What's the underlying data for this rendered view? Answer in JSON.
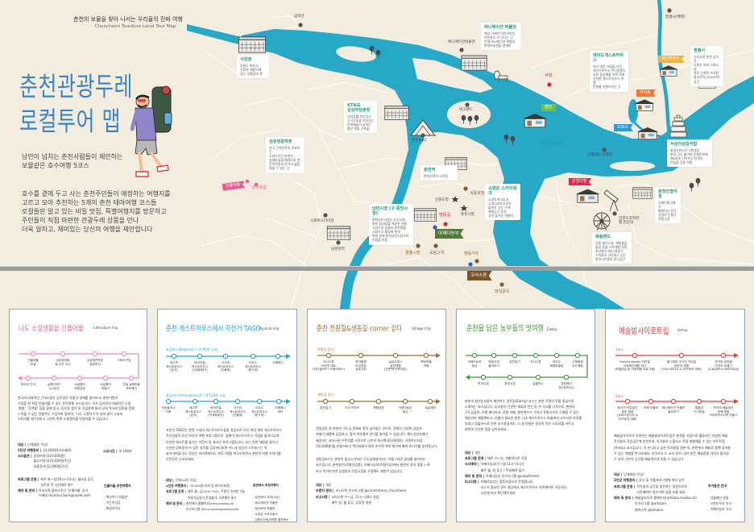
{
  "header": {
    "tagline": "춘천의 보물을 찾아 나서는 우리들의 진짜 여행",
    "subtitle_en": "Chuncheon Tourdure Local Tour Map"
  },
  "hero": {
    "title_line1": "춘천관광두레",
    "title_line2": "로컬투어 맵",
    "title_color": "#3b84c4",
    "lead": "낭만이 넘치는 춘천사람들이 제안하는\n보물같은 호수여행 5코스",
    "body": "호수를 곁에 두고 사는 춘천주민들이 애정하는 여행지를\n고르고 모아 추천하는 5개의 춘천 테마여행 코스들\n로컬들만 알고 있는 비밀 맛집, 특별여행지를 방문하고\n주민들이 직접 마련한 관광두레 상품을 만나\n더욱 알차고, 재미있는 당신의 여행을 제안합니다"
  },
  "map": {
    "colors": {
      "land": "#f3ede0",
      "river": "#27a8c6",
      "rail": "#9c9c9c",
      "road": "#fbf8f1",
      "box_title": "#1f9a6b"
    },
    "places": [
      {
        "name": "삼악산"
      },
      {
        "name": "애니메이션박물관"
      },
      {
        "name": "청평사(배편)"
      },
      {
        "name": "레고랜드"
      },
      {
        "name": "춘천MBC"
      },
      {
        "name": "신매대교 선착장"
      },
      {
        "name": "시외버스터미널"
      },
      {
        "name": "남춘천역"
      },
      {
        "name": "강원도청"
      },
      {
        "name": "춘천시청"
      },
      {
        "name": "강원도과학관\n별 천문대"
      },
      {
        "name": "소양강처녀상"
      }
    ],
    "spots": [
      {
        "name": "세종호텔"
      },
      {
        "name": "풍물시장"
      },
      {
        "name": "육림고개"
      },
      {
        "name": "명동거리"
      },
      {
        "name": "망대골목"
      },
      {
        "name": "명동길"
      },
      {
        "name": "서당"
      },
      {
        "name": "김유정길"
      }
    ],
    "flags": [
      {
        "label": "안돌어울",
        "color": "#e55b92"
      },
      {
        "label": "세인하우스",
        "color": "#f0b43c"
      },
      {
        "label": "아지트",
        "color": "#ef7b2f"
      },
      {
        "label": "영당",
        "color": "#6ec04b"
      },
      {
        "label": "오르스",
        "color": "#2b9be0"
      },
      {
        "label": "산천다방",
        "color": "#e1284f"
      },
      {
        "label": "아제다농부",
        "color": "#4e7b3a"
      },
      {
        "label": "코사스톤",
        "color": "#7a5228"
      }
    ],
    "info_boxes": [
      {
        "title": "사장정",
        "desc": "강원도 춘천시\n신동면 재잘이에\n있는 의병장의 옛"
      },
      {
        "title": "애니메이션 박물관",
        "desc": "책상 가에만 어린이보다\n어른들이 더 신나는 곳\n인형·애니메이션 체험과\n현대미술관을 연계한"
      },
      {
        "title": "KT&G\n상상마당춘천",
        "desc": "의암호를 끼고있고\n소나무숲을 끼고있는\n문화예술이 숨쉬는\n붉은 벽돌 건축물"
      },
      {
        "title": "김유정문학촌",
        "desc": "한국 근대문학의 대표적인\n소설가이던 춘천의\n실레마을을 배경으로 한\n문학작품과 작가의 삶을\n엿볼 수 있는 곳"
      },
      {
        "title": "에이드게스트하우스",
        "desc": "대기 대문 가정을 가진\n게스트하우스 주인장들이\n서로 협심해를 하며 모여\n건전한 게스트하우스 여행\n문화를 만들어가는 곳"
      },
      {
        "title": "청평사",
        "desc": "신라시대 춘천 삼악산\n오봉산 아래 고려시대\n절로 건축된 수려한\n불교유적 1000년의\n공간"
      },
      {
        "title": "서상리삼층석탑",
        "desc": "통일신라시기 3층석탑\n위의 근도 불이며 문형문화재\n제9호로 단아하고 안정된\n모습을 갖춘 석탑"
      },
      {
        "title": "춘천역",
        "desc": "춘천지역의 시작점"
      },
      {
        "title": "소양강 스카이워크",
        "desc": "소양강처녀상과\n소양2교에 조성된\n물위로 걷는 이색\n체험공간 투명\n길이 즐거운 여행지"
      },
      {
        "title": "낭만시장 (구 중앙시장)",
        "desc": "춘천낭만시장은 조선시대\n춘천 읍내장을 계승한 전통\n시장으로 닭갈비 춘천명물\n시장으로 활성화 현대\n화와 함께 춘천낭만시장으로\n이름을 바꿈"
      },
      {
        "title": "춘천인형극장",
        "desc": "국제인형극제가\n펼쳐지는 전국\n유일의 인형극\n전용극장"
      },
      {
        "title": "육림랜드",
        "desc": "각종 놀이시설, 체험들을\n즐길 동물 사육체험 밖면\n꽃다발과 여러 종류의\n수족들이 가득하고 있는\n춘천시민들의 휴식공간"
      }
    ]
  },
  "cards": [
    {
      "title": "나도 소설생활을 안돌어울",
      "subtitle_en": "Literature trip",
      "color": "#e8649a",
      "sections": [
        {
          "heading": "",
          "stops": [
            "인물어울\n탄생",
            "김유정처럼\n될 이런 소녀",
            "김유정문학촌\n점방투어",
            "스토리구입"
          ]
        },
        {
          "heading": "",
          "stops": [
            "마무리 인사",
            "실레이야기\n시시공간",
            "소설쟁이\n작명공방",
            "소설쟁이\n만들기",
            "전설 실레마을\n포토체어"
          ]
        }
      ],
      "description": "한국의 대표적인 근대소설가 김유정의 작품과 생애를 돌아보고, 춘천이면의\n기생을 한 직접 만들어볼 수 있는 문학여행 코스입니다. 작가 김유정의 대표적인 소설\n'봄봄', '동백꽃' 등을 함께 읽고, 김유정 생가 및 기념관에 들러 당대 역사와 감동을 함께\n느껴볼 수 있는 전통주도 구입하여 맛보며, '나도 소설작가'가 되어 창작 소설의\n스토리를 재구성하고 나만의 한편 소설쟁이를 만들어볼 수 있습니다.",
      "info": [
        {
          "label": "대상 |",
          "value": "단체(8인 이상)"
        },
        {
          "label": "1인당 여행경비 |",
          "value": "33,000원(식사제외)"
        },
        {
          "label": "식사옵션 |",
          "value": "닭갈비정식(10,000원)\n불고기정식(10,000원/1인)\n송불정식(12,000원/1인)"
        },
        {
          "label": "프로그램 운영 |",
          "value": "매주 화~일(10시~14시), 월요일 휴무\n일주일 전 사전예약 필수"
        },
        {
          "label": "예약 및 문의 |",
          "value": "카카오톡 플러스친구 '인물어울' 추가\n이메일 mandrul.bom@naver.com"
        }
      ],
      "duration": {
        "label": "소요시간 |",
        "value": "약 180분"
      },
      "side": {
        "title": "인물어울 추천여행지",
        "items": "- 책사이다 박물관\n- 이든이식당\n- 제일서적고"
      }
    },
    {
      "title": "춘천 게스트하우스에서 자전거 TAGO",
      "subtitle_en": "Bycicle trip",
      "color": "#1ea2dc",
      "sections": [
        {
          "heading": "초급코스(Beginner) / 약 90분 소요",
          "stops": [
            "세그루\n게스트하우스\n(효자)",
            "바이칸놀\n게스트하우스\n(이색회랑가)",
            "나서이\n게스트하우스\n(인물동)",
            "오르스\n게스트하우스\n(항구성)",
            "이제떠나"
          ]
        },
        {
          "heading": "중급코스(International) / 약 120분 소요",
          "stops": [
            "서눈들조너\n기획",
            "세그루\n게스트하우스\n(효자)",
            "바이칸놀\n게스트하우스\n(이색회랑가)",
            "나서이\n게스트하우스\n(인물동)",
            "오르스\n게스트하우스\n(항구성)",
            "이제떠나\n파티"
          ]
        }
      ],
      "description": "자전거 TAGO는 춘천 시내의 게스트하우스들을 중심으로 모인 여섯 개의 게스트하우스\n주인장들이 모인 자전거 여행 프로그램으로, 일행이 게스트하우스 거점을 돌아다니며\n다양한 게스트를 즐기는 자전거 및 체크인 프로그램입니다. 또는 한번 체험을 즐기고\n신선한 강바람과 뜨 있던 경치를 감상하다보면 어느새 일상의 스트레스는 싹\n날아가버립니다. 맛있는 바비큐파티도 프로그램을 마무리하면서 춘천의 여행 이야기를\n도란도란 나눠보세요.",
      "info": [
        {
          "label": "대상 |",
          "value": "단체(10인 이상)"
        },
        {
          "label": "1인당 여행경비 |",
          "value": "75,000원(숙박 및 바이크포함)"
        },
        {
          "label": "프로그램 운영 |",
          "value": "매주 월~금(10시~5시), 주말은 숙박만 가능\n이탈가능일기 운영불가, 사전예약 필수"
        },
        {
          "label": "예약 및 문의 |",
          "value": "춘천에서 홈페이지(smly.modoo.at)\n인스타그램 @chuncheonguesthouse"
        }
      ],
      "side": {
        "title": "춘천에서 추천여행지",
        "items": "- 춘천에서 숙박(오픈)\n- 애니메이션 박물관\n- 청산보보 박물관\n- 소양강 스카이워크\n- 강원도산림과학원 별관측소"
      }
    },
    {
      "title": "춘천 전원길&생동길 corner 걷다",
      "subtitle_en": "Village trip",
      "color": "#a36a2c",
      "sections": [
        {
          "heading": "전원길 걷다",
          "stops": [
            "코사스톤\n브런치 세트\n(치킨샐러드+아메리카노)",
            "방지환원\n도심양장\n공유시장",
            "슬로우팜스\n공방체험\n(천연팩/가죽지갑)",
            "핵모마을\n카페"
          ]
        },
        {
          "heading": "생동길 걷다",
          "stops": [
            "춘천일기",
            "가사 리턴즈",
            "축협공방",
            "아제다농부\n점심",
            "사료세판"
          ]
        }
      ],
      "description": "전원길은 첫 춘천의 구도심 문화와 멋이 남아있는 곳으로, 정취는 다양한 공방과\n카페가 새롭게 입점하고, 많이 여유롭게 만나볼 들어볼 수 있습니다. 핸드공방카페가\n제공하는 코사스톤 브런치를 시작으로 나만의 캐시백(20,000원), 가죽카드지갑\n(50,000원)을 만들어보고 핵인싸들의 들러 손으면 책의 향기에 빠져 보시기를 추천합니다.",
      "description2": "생동길코스는 춘천의 중심시가지인 구도심재생이라는 이름그대로 일대를 둘러보는\n코스입니다. 춘천일기(로컬기념품), 아제다농부(로컬식당)에서 춘천의 맛과 멋을 느껴\n보고 이거리가면 상생발과 작업시장을 구경해도 재미가 있습니다.",
      "info": [
        {
          "label": "대상 |",
          "value": "개인"
        },
        {
          "label": "브랜치 문의 |",
          "value": "코사스톤 인스타그램 @corverstone_chuncheon"
        },
        {
          "label": "비고사항 |",
          "value": "코사스톤 수~금, 11시~18시 영업\n매주 일, 월 휴무, 공휴일 대관"
        }
      ]
    },
    {
      "title": "춘천을 담은 농부들의 맛여행",
      "subtitle_en": "Eatrip",
      "color": "#3f9b3a",
      "sections": [
        {
          "heading": "",
          "stops": [
            "아제다농부\n점심",
            "육림고개\n둘러보기",
            "춘천일기",
            "코사스톤",
            "약국수\n체험마을집",
            "신북회원\n우드체험"
          ]
        },
        {
          "heading": "",
          "stops": [
            "막국수집",
            "중앙시장",
            "일출카누",
            "영당에서\n게스트하우스"
          ]
        }
      ],
      "description": "춘천의 청년농부들이 제안하는 맛트립(Eatrip) 코스는 춘천 로컬의 맛을 중심으로\n소개하는 코스입니다. 농부들의 건강한 재료로 만든 한 끼 식사를 시작으로, 춘천의\n구도심골목, 로컬 베이커리, 로컬 카페, 춘천여수수 그리고 로컬식으로 구매할 수 있는\n매장까지 체험해보고, 선물이 필요한 춘천 시내 게스트하우스 마을에서 고즈넉한 하루를\n보내고 일출카누로 인한 호수풍경까지, 더 살 만들은 일상의 작은 스토리를 비우고\n춘천의 신선한 맛을 담아보세요.",
      "info": [
        {
          "label": "대상 |",
          "value": "개인"
        },
        {
          "label": "프로그램 운영 |",
          "value": "매주 수~일, 개별적으로 이용"
        },
        {
          "label": "식사예약 |",
          "value": "아제다농부(수~일(11시~4시))\n매주 월, 화 휴무 / 주말예약 불가"
        },
        {
          "label": "예약 및 문의 |",
          "value": "아제다농부 인스타그램 @coopfarmer"
        },
        {
          "label": "비고사항 |",
          "value": "아제다농부는 협동조합으로 운영합니다\n숙소가 필요한 경우 영당에서 게스트하우스 숙박예약이 가능하니\n사전에 미리 확인해주세요"
        }
      ]
    },
    {
      "title": "예술밭사이로트립",
      "subtitle_en": "Artrip",
      "color": "#e63c3c",
      "sections": [
        {
          "heading": "1코스",
          "stops": [
            "Hermit Woods 자연갤\n서하축산체험 체기\n(작품감상 및 야생체험 프로그램)",
            "별그래픽 조각가 작업실\n방문과 체험\n(오르스튜디오 & 작가와의 대화)",
            "작가의 공방별\n이야기 모예기\n(드로잉북 & 야외드로잉)"
          ]
        },
        {
          "heading": "2코스",
          "stops": [
            "화가의 작업공간\n방문 체험\n(오르스튜디오 &\n작가와의 대화)",
            "카페 오월의",
            "애니메이션 박물관\n둘러보기",
            "발할라\n인사판달",
            "작가의 예술공간\n문예 체험\n아이마카스티커 만들기"
          ]
        }
      ],
      "description": "예술밭사이로가 추천하는 예술밭사이로트립은 춘천을 거점으로 활동하는 다양한 예술\n작가들의 작업공간에 방문하여, 작가들의 소중하고 직접 체험해볼 수 있는 아트트립\n(Artrip) 코스입니다. 꼭 만나보고 싶은 작가들을 정한 뒤, 춘천에서 예술로 흠뻑 젖어들\n수 있는 여행을 만나보세요. 유익하고 두 코스 모두, 내가 만든 예술품을 가지고 돌아갈\n수 있어 나만의 공간을 예술적으로 만들 수 있습니다.",
      "info": [
        {
          "label": "대상 |",
          "value": "단체(8인 이상)"
        },
        {
          "label": "1인당 여행경비 |",
          "value": "음식 및 작품프로그램에 따라 상이"
        },
        {
          "label": "프로그램 운영 |",
          "value": "작가들의 공간을 방문하는 일정이므로\n사전예약이 필수이며 일정 조율 필요"
        },
        {
          "label": "예약 및 문의 |",
          "value": "예술밭사이로 홈페이지(artsairo.modoo.at)\n인스타그램 @artsairo\n페이스북 @artsairo"
        }
      ],
      "side": {
        "title": "추가옵션 안내",
        "items": "- 선플레인 관광\n- 시판인두부 식사\n- 아제다농부 식사"
      }
    }
  ]
}
